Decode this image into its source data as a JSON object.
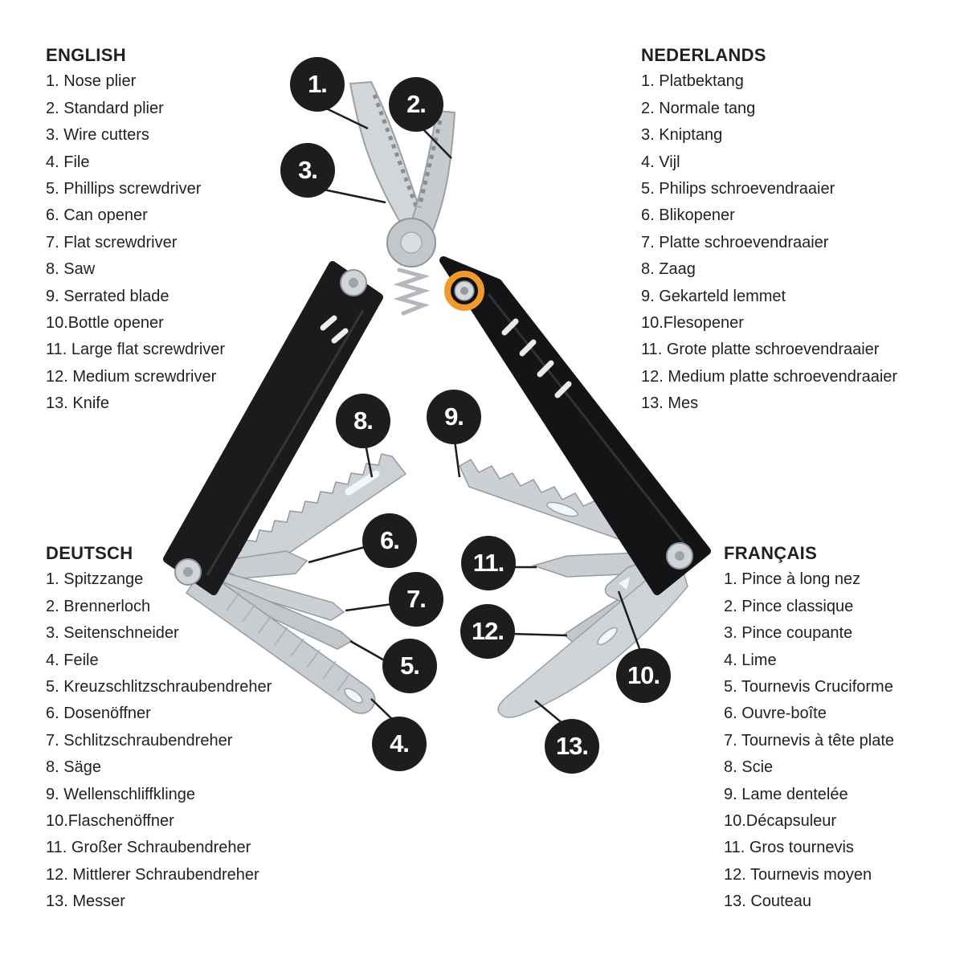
{
  "languages": {
    "english": {
      "title": "ENGLISH",
      "items": [
        "1. Nose plier",
        "2. Standard plier",
        "3. Wire cutters",
        "4. File",
        "5. Phillips screwdriver",
        "6. Can opener",
        "7. Flat screwdriver",
        "8. Saw",
        "9. Serrated blade",
        "10.Bottle opener",
        "11. Large flat screwdriver",
        "12. Medium screwdriver",
        "13. Knife"
      ]
    },
    "nederlands": {
      "title": "NEDERLANDS",
      "items": [
        "1. Platbektang",
        "2. Normale tang",
        "3. Kniptang",
        "4. Vijl",
        "5. Philips schroevendraaier",
        "6. Blikopener",
        "7. Platte schroevendraaier",
        "8. Zaag",
        "9. Gekarteld lemmet",
        "10.Flesopener",
        "11. Grote platte schroevendraaier",
        "12. Medium platte schroevendraaier",
        "13. Mes"
      ]
    },
    "deutsch": {
      "title": "DEUTSCH",
      "items": [
        "1. Spitzzange",
        "2. Brennerloch",
        "3. Seitenschneider",
        "4. Feile",
        "5. Kreuzschlitzschraubendreher",
        "6. Dosenöffner",
        "7. Schlitzschraubendreher",
        "8. Säge",
        "9. Wellenschliffklinge",
        "10.Flaschenöffner",
        "11. Großer Schraubendreher",
        "12. Mittlerer Schraubendreher",
        "13. Messer"
      ]
    },
    "francais": {
      "title": "FRANÇAIS",
      "items": [
        "1. Pince à long nez",
        "2. Pince classique",
        "3. Pince coupante",
        "4. Lime",
        "5. Tournevis Cruciforme",
        "6. Ouvre-boîte",
        "7. Tournevis à tête plate",
        "8. Scie",
        "9. Lame dentelée",
        "10.Décapsuleur",
        "11. Gros tournevis",
        "12. Tournevis moyen",
        "13. Couteau"
      ]
    }
  },
  "callouts": {
    "c1": "1.",
    "c2": "2.",
    "c3": "3.",
    "c4": "4.",
    "c5": "5.",
    "c6": "6.",
    "c7": "7.",
    "c8": "8.",
    "c9": "9.",
    "c10": "10.",
    "c11": "11.",
    "c12": "12.",
    "c13": "13."
  },
  "colors": {
    "text": "#231f20",
    "callout_background": "#1d1d1f",
    "handle_black": "#17171a",
    "metal_gray": "#ccd0d4",
    "accent_orange": "#f2992e"
  }
}
